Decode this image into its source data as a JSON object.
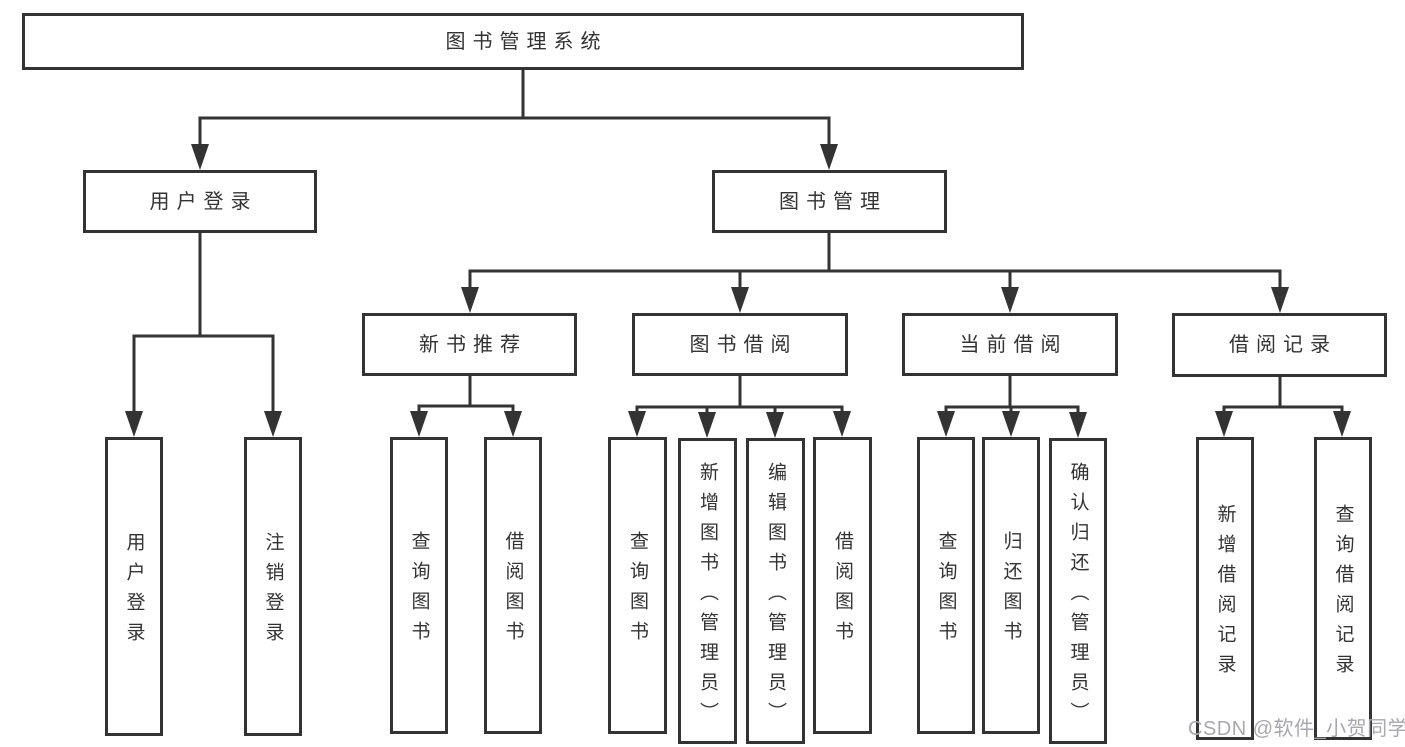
{
  "colors": {
    "line": "#333333",
    "box_border": "#333333",
    "text": "#333333",
    "background": "#ffffff",
    "watermark": "#a9a9ad"
  },
  "tree": {
    "label": "图书管理系统",
    "children": [
      {
        "label": "用户登录",
        "children": [
          {
            "label": "用户登录"
          },
          {
            "label": "注销登录"
          }
        ]
      },
      {
        "label": "图书管理",
        "children": [
          {
            "label": "新书推荐",
            "children": [
              {
                "label": "查询图书"
              },
              {
                "label": "借阅图书"
              }
            ]
          },
          {
            "label": "图书借阅",
            "children": [
              {
                "label": "查询图书"
              },
              {
                "label": "新增图书（管理员）"
              },
              {
                "label": "编辑图书（管理员）"
              },
              {
                "label": "借阅图书"
              }
            ]
          },
          {
            "label": "当前借阅",
            "children": [
              {
                "label": "查询图书"
              },
              {
                "label": "归还图书"
              },
              {
                "label": "确认归还（管理员）"
              }
            ]
          },
          {
            "label": "借阅记录",
            "children": [
              {
                "label": "新增借阅记录"
              },
              {
                "label": "查询借阅记录"
              }
            ]
          }
        ]
      }
    ]
  },
  "watermark": {
    "text": "CSDN @软件_小贺同学"
  }
}
